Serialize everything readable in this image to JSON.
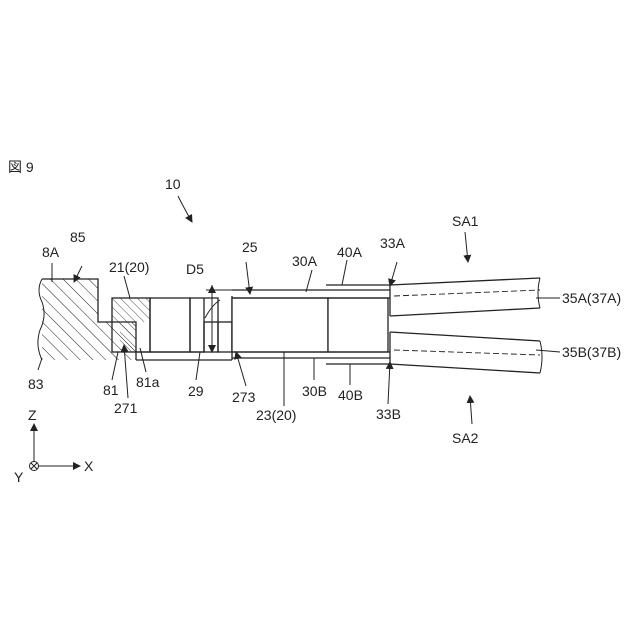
{
  "figure": {
    "title": "図 9",
    "assembly_label": "10"
  },
  "labels": {
    "l_8A": "8A",
    "l_85": "85",
    "l_21_20": "21(20)",
    "l_D5": "D5",
    "l_25": "25",
    "l_30A": "30A",
    "l_40A": "40A",
    "l_33A": "33A",
    "l_SA1": "SA1",
    "l_35A_37A": "35A(37A)",
    "l_35B_37B": "35B(37B)",
    "l_83": "83",
    "l_81": "81",
    "l_81a": "81a",
    "l_271": "271",
    "l_29": "29",
    "l_273": "273",
    "l_23_20": "23(20)",
    "l_30B": "30B",
    "l_40B": "40B",
    "l_33B": "33B",
    "l_SA2": "SA2"
  },
  "axes": {
    "z": "Z",
    "x": "X",
    "y": "Y"
  }
}
